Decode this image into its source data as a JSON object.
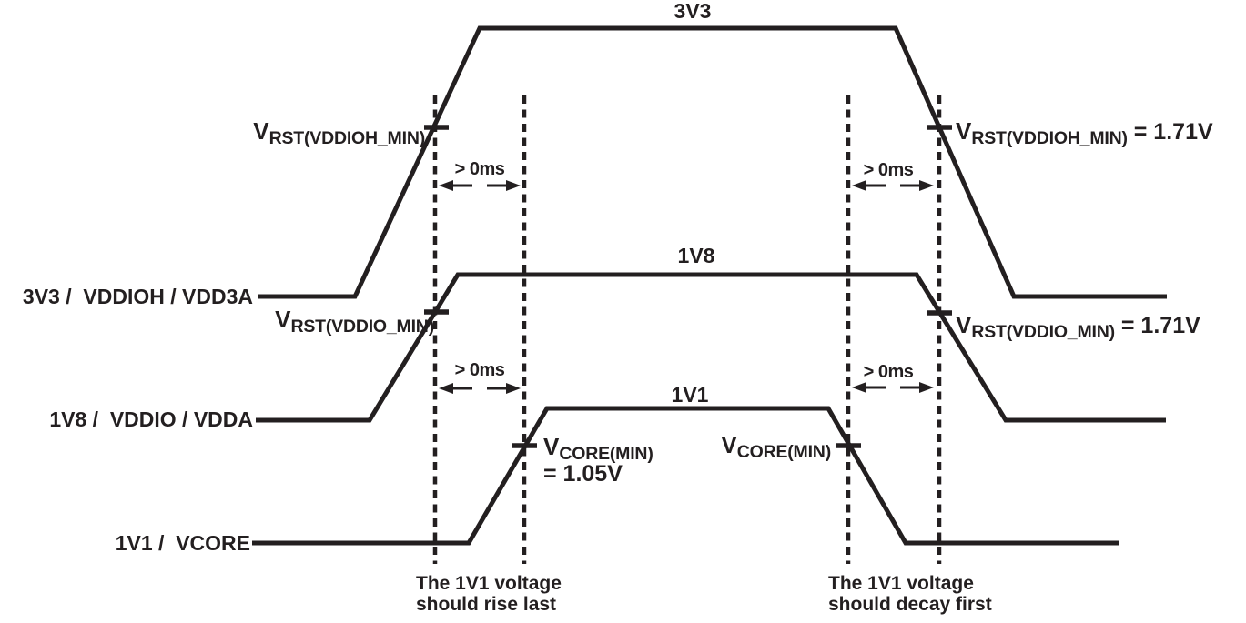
{
  "colors": {
    "ink": "#231f20",
    "background": "#ffffff"
  },
  "rails": [
    {
      "name_label": "3V3 /  VDDIOH / VDD3A",
      "level_label": "3V3",
      "threshold": {
        "symbol": "V",
        "subscript": "RST(VDDIOH_MIN)",
        "value": "= 1.71V"
      }
    },
    {
      "name_label": "1V8 /  VDDIO / VDDA",
      "level_label": "1V8",
      "threshold": {
        "symbol": "V",
        "subscript": "RST(VDDIO_MIN)",
        "value": "= 1.71V"
      }
    },
    {
      "name_label": "1V1 /  VCORE",
      "level_label": "1V1",
      "threshold": {
        "symbol": "V",
        "subscript": "CORE(MIN)",
        "value": "= 1.05V"
      }
    }
  ],
  "timing_annotation": "> 0ms",
  "notes": {
    "rise": {
      "line1": "The 1V1 voltage",
      "line2": "should rise last"
    },
    "decay": {
      "line1": "The 1V1 voltage",
      "line2": "should decay first"
    }
  }
}
